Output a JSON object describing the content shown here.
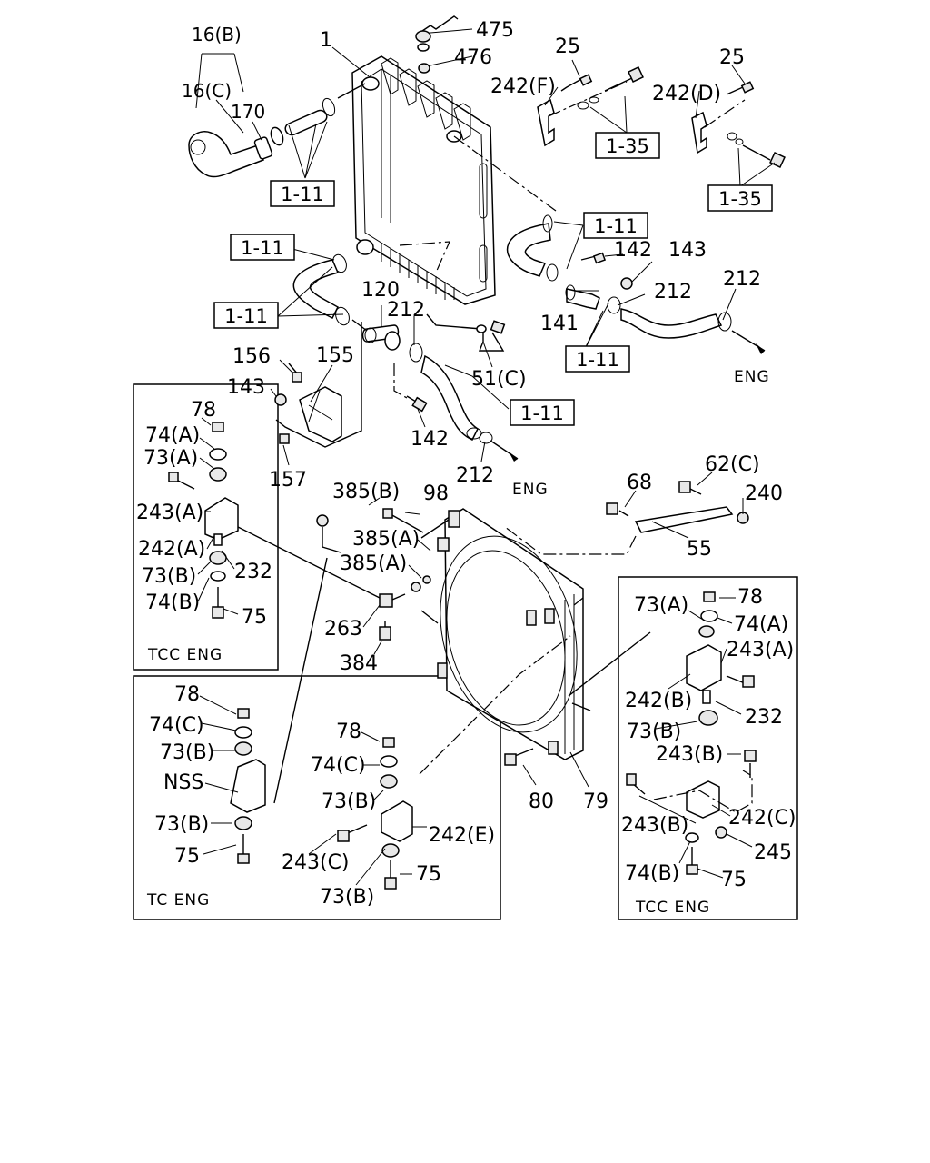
{
  "labels": {
    "p16b": "16(B)",
    "p16c": "16(C)",
    "p170": "170",
    "p1": "1",
    "p475": "475",
    "p476": "476",
    "p25a": "25",
    "p242f": "242(F)",
    "p25b": "25",
    "p242d": "242(D)",
    "p142a": "142",
    "p143a": "143",
    "p212a": "212",
    "p212b": "212",
    "p141": "141",
    "p120": "120",
    "p212c": "212",
    "p51c": "51(C)",
    "p156": "156",
    "p155": "155",
    "p143b": "143",
    "p157": "157",
    "p142b": "142",
    "p212d": "212",
    "eng1": "ENG",
    "eng2": "ENG",
    "p78a": "78",
    "p74a_a": "74(A)",
    "p73a_a": "73(A)",
    "p243a_a": "243(A)",
    "p242a": "242(A)",
    "p232a": "232",
    "p73b_a": "73(B)",
    "p74b_a": "74(B)",
    "p75a": "75",
    "p385b": "385(B)",
    "p98": "98",
    "p385a1": "385(A)",
    "p385a2": "385(A)",
    "p263": "263",
    "p384": "384",
    "p68": "68",
    "p62c": "62(C)",
    "p240": "240",
    "p55": "55",
    "p78b": "78",
    "p74c_b": "74(C)",
    "p73b_b": "73(B)",
    "nss": "NSS",
    "p73b_c": "73(B)",
    "p75b": "75",
    "p78c": "78",
    "p74c_c": "74(C)",
    "p73b_d": "73(B)",
    "p242e": "242(E)",
    "p243c": "243(C)",
    "p75c": "75",
    "p73b_e": "73(B)",
    "p80": "80",
    "p79": "79",
    "p73a_r": "73(A)",
    "p78r": "78",
    "p74a_r": "74(A)",
    "p243a_r": "243(A)",
    "p242b": "242(B)",
    "p232r": "232",
    "p73b_r": "73(B)",
    "p243b_r1": "243(B)",
    "p243b_r2": "243(B)",
    "p242c": "242(C)",
    "p245": "245",
    "p74b_r": "74(B)",
    "p75r": "75"
  },
  "refs": {
    "r1": "1-11",
    "r2": "1-35",
    "r3": "1-35",
    "r4": "1-11",
    "r5": "1-11",
    "r6": "1-11",
    "r7": "1-11",
    "r8": "1-11"
  },
  "captions": {
    "left_top": "TCC ENG",
    "left_bottom": "TC ENG",
    "right": "TCC ENG"
  }
}
